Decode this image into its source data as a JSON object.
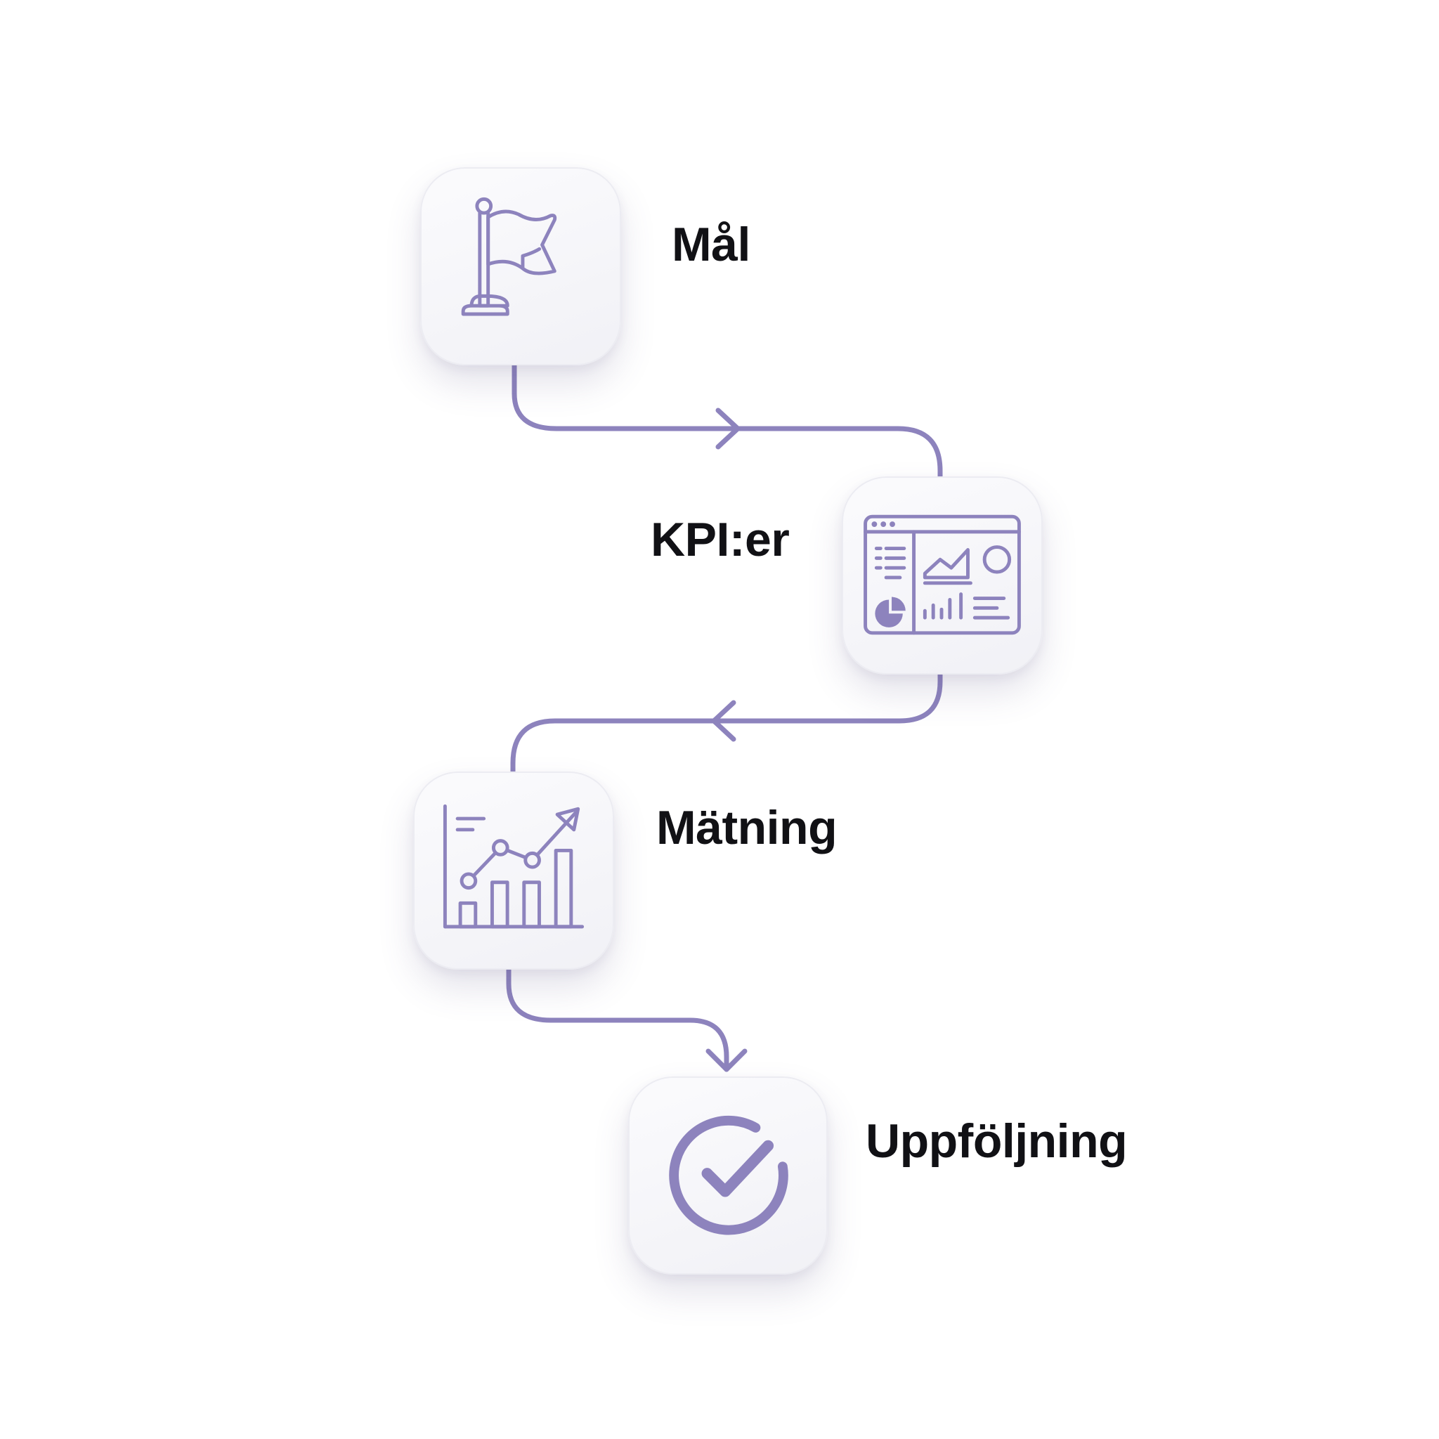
{
  "diagram": {
    "accent_color": "#8d83bd",
    "steps": [
      {
        "label": "Mål",
        "icon": "flag-icon"
      },
      {
        "label": "KPI:er",
        "icon": "dashboard-icon"
      },
      {
        "label": "Mätning",
        "icon": "growth-chart-icon"
      },
      {
        "label": "Uppföljning",
        "icon": "checkmark-circle-icon"
      }
    ]
  }
}
